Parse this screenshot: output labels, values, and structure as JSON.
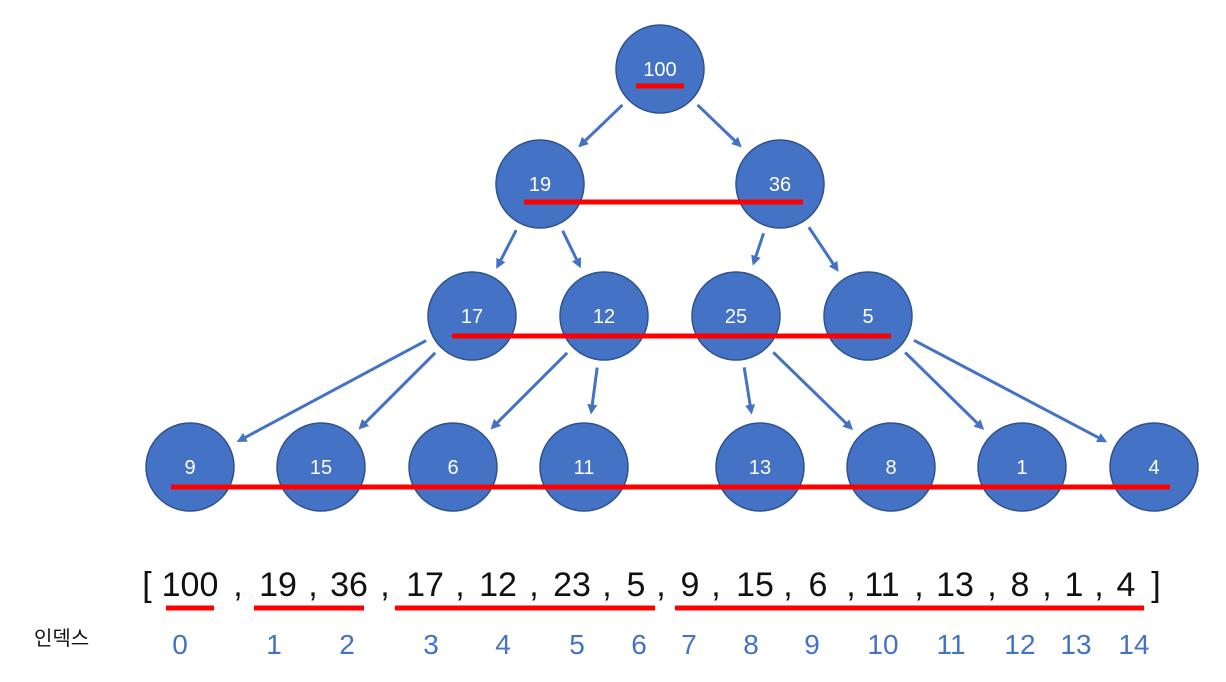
{
  "colors": {
    "node_fill": "#4472c4",
    "node_stroke": "#2f528f",
    "arrow": "#4472c4",
    "underline": "#ff0000",
    "text": "#111111",
    "index_text": "#4472c4"
  },
  "tree": {
    "levels": [
      [
        "100"
      ],
      [
        "19",
        "36"
      ],
      [
        "17",
        "12",
        "25",
        "5"
      ],
      [
        "9",
        "15",
        "6",
        "11",
        "13",
        "8",
        "1",
        "4"
      ]
    ]
  },
  "array": {
    "open_bracket": "[",
    "close_bracket": "]",
    "separator": ",",
    "values": [
      "100",
      "19",
      "36",
      "17",
      "12",
      "23",
      "5",
      "9",
      "15",
      "6",
      "11",
      "13",
      "8",
      "1",
      "4"
    ]
  },
  "index_row": {
    "label": "인덱스",
    "values": [
      "0",
      "1",
      "2",
      "3",
      "4",
      "5",
      "6",
      "7",
      "8",
      "9",
      "10",
      "11",
      "12",
      "13",
      "14"
    ]
  }
}
